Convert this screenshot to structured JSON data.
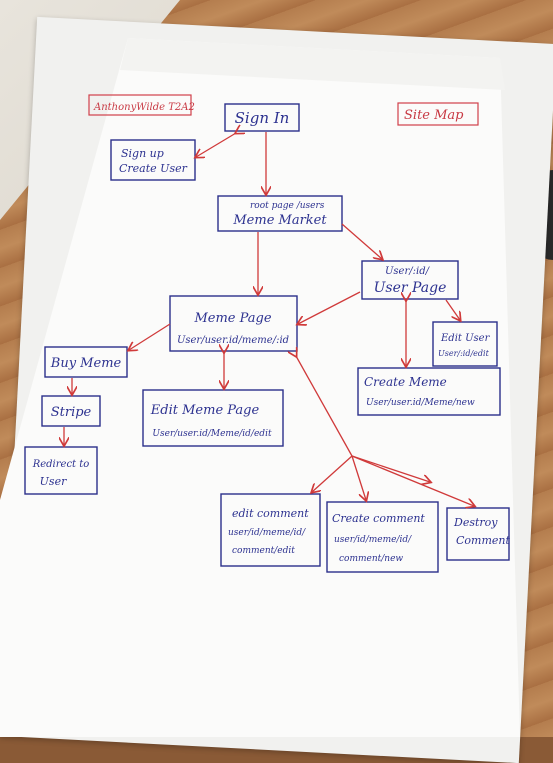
{
  "diagram": {
    "author": "AnthonyWilde T2A2",
    "title": "Site Map",
    "nodes": {
      "sign_in": [
        "Sign In"
      ],
      "sign_up": [
        "Sign up",
        "Create User"
      ],
      "root": [
        "root page /users",
        "Meme Market"
      ],
      "user_page": [
        "User/:id/",
        "User Page"
      ],
      "edit_user": [
        "Edit User",
        "User/:id/edit"
      ],
      "meme_page": [
        "Meme Page",
        "User/user.id/meme/:id"
      ],
      "create_meme": [
        "Create Meme",
        "User/user.id/Meme/new"
      ],
      "buy_meme": [
        "Buy Meme"
      ],
      "stripe": [
        "Stripe"
      ],
      "redirect": [
        "Redirect to",
        "User"
      ],
      "edit_meme": [
        "Edit Meme Page",
        "User/user.id/Meme/id/edit"
      ],
      "edit_comment": [
        "edit comment",
        "user/id/meme/id/",
        "comment/edit"
      ],
      "create_comment": [
        "Create comment",
        "user/id/meme/id/",
        "comment/new"
      ],
      "destroy_comment": [
        "Destroy",
        "Comment"
      ]
    },
    "colors": {
      "ink": "#2b2f8a",
      "arrow": "#d03a3a"
    }
  }
}
